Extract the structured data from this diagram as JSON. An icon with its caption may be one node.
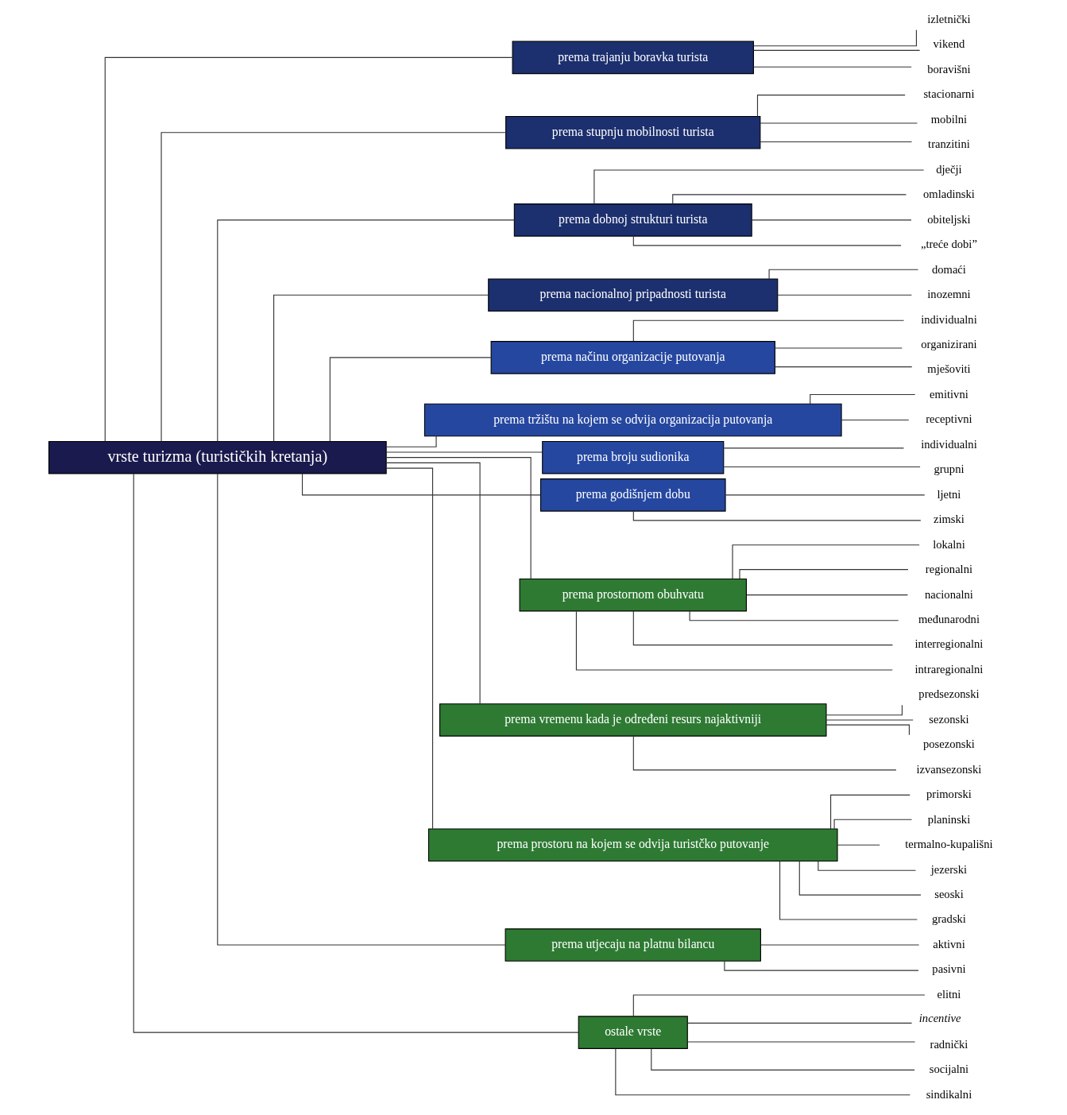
{
  "diagram": {
    "nodes": [
      {
        "text": [
          "vrste turizma (turističkih kretanja)"
        ]
      },
      {
        "text": [
          "prema trajanju boravka turista"
        ]
      },
      {
        "text": [
          "izletnički"
        ]
      },
      {
        "text": [
          "vikend"
        ]
      },
      {
        "text": [
          "boravišni"
        ]
      },
      {
        "text": [
          "prema stupnju mobilnosti turista"
        ]
      },
      {
        "text": [
          "stacionarni"
        ]
      },
      {
        "text": [
          "mobilni"
        ]
      },
      {
        "text": [
          "tranzitini"
        ]
      },
      {
        "text": [
          "prema dobnoj strukturi turista"
        ]
      },
      {
        "text": [
          "dječji"
        ]
      },
      {
        "text": [
          "omladinski"
        ]
      },
      {
        "text": [
          "obiteljski"
        ]
      },
      {
        "text": [
          "„treće dobi”"
        ]
      },
      {
        "text": [
          "prema nacionalnoj pripadnosti turista"
        ]
      },
      {
        "text": [
          "domaći"
        ]
      },
      {
        "text": [
          "inozemni"
        ]
      },
      {
        "text": [
          "prema načinu organizacije putovanja"
        ]
      },
      {
        "text": [
          "individualni"
        ]
      },
      {
        "text": [
          "organizirani"
        ]
      },
      {
        "text": [
          "mješoviti"
        ]
      },
      {
        "text": [
          "prema tržištu na kojem se odvija organizacija putovanja"
        ]
      },
      {
        "text": [
          "emitivni"
        ]
      },
      {
        "text": [
          "receptivni"
        ]
      },
      {
        "text": [
          "prema broju sudionika"
        ]
      },
      {
        "text": [
          "individualni"
        ]
      },
      {
        "text": [
          "grupni"
        ]
      },
      {
        "text": [
          "prema godišnjem dobu"
        ]
      },
      {
        "text": [
          "ljetni"
        ]
      },
      {
        "text": [
          "zimski"
        ]
      },
      {
        "text": [
          "prema prostornom obuhvatu"
        ]
      },
      {
        "text": [
          "lokalni"
        ]
      },
      {
        "text": [
          "regionalni"
        ]
      },
      {
        "text": [
          "nacionalni"
        ]
      },
      {
        "text": [
          "međunarodni"
        ]
      },
      {
        "text": [
          "interregionalni"
        ]
      },
      {
        "text": [
          "intraregionalni"
        ]
      },
      {
        "text": [
          "prema vremenu kada je određeni resurs najaktivniji"
        ]
      },
      {
        "text": [
          "predsezonski"
        ]
      },
      {
        "text": [
          "sezonski"
        ]
      },
      {
        "text": [
          "posezonski"
        ]
      },
      {
        "text": [
          "izvansezonski"
        ]
      },
      {
        "text": [
          "prema prostoru na kojem se odvija turistčko putovanje"
        ]
      },
      {
        "text": [
          "primorski"
        ]
      },
      {
        "text": [
          "planinski"
        ]
      },
      {
        "text": [
          "termalno-kupališni"
        ]
      },
      {
        "text": [
          "jezerski"
        ]
      },
      {
        "text": [
          "seoski"
        ]
      },
      {
        "text": [
          "gradski"
        ]
      },
      {
        "text": [
          "prema utjecaju na platnu bilancu"
        ]
      },
      {
        "text": [
          "aktivni"
        ]
      },
      {
        "text": [
          "pasivni"
        ]
      },
      {
        "text": [
          "ostale vrste"
        ]
      },
      {
        "text": [
          "elitni"
        ]
      },
      {
        "text": [
          "incentive"
        ]
      },
      {
        "text": [
          "radnički"
        ]
      },
      {
        "text": [
          "socijalni"
        ]
      },
      {
        "text": [
          "sindikalni"
        ]
      }
    ],
    "edges": [
      {
        "from": 0,
        "to": 1,
        "arrow": "none"
      },
      {
        "from": 0,
        "to": 5,
        "arrow": "none"
      },
      {
        "from": 0,
        "to": 9,
        "arrow": "none"
      },
      {
        "from": 0,
        "to": 14,
        "arrow": "none"
      },
      {
        "from": 0,
        "to": 17,
        "arrow": "none"
      },
      {
        "from": 0,
        "to": 21,
        "arrow": "none"
      },
      {
        "from": 0,
        "to": 24,
        "arrow": "none"
      },
      {
        "from": 0,
        "to": 27,
        "arrow": "none"
      },
      {
        "from": 0,
        "to": 30,
        "arrow": "none"
      },
      {
        "from": 0,
        "to": 37,
        "arrow": "none"
      },
      {
        "from": 0,
        "to": 42,
        "arrow": "none"
      },
      {
        "from": 0,
        "to": 49,
        "arrow": "none"
      },
      {
        "from": 0,
        "to": 52,
        "arrow": "none"
      },
      {
        "from": 1,
        "to": 2,
        "arrow": "none"
      },
      {
        "from": 1,
        "to": 3,
        "arrow": "none"
      },
      {
        "from": 1,
        "to": 4,
        "arrow": "none"
      },
      {
        "from": 5,
        "to": 6,
        "arrow": "none"
      },
      {
        "from": 5,
        "to": 7,
        "arrow": "none"
      },
      {
        "from": 5,
        "to": 8,
        "arrow": "none"
      },
      {
        "from": 9,
        "to": 10,
        "arrow": "none"
      },
      {
        "from": 9,
        "to": 11,
        "arrow": "none"
      },
      {
        "from": 9,
        "to": 12,
        "arrow": "none"
      },
      {
        "from": 9,
        "to": 13,
        "arrow": "none"
      },
      {
        "from": 14,
        "to": 15,
        "arrow": "none"
      },
      {
        "from": 14,
        "to": 16,
        "arrow": "none"
      },
      {
        "from": 17,
        "to": 18,
        "arrow": "none"
      },
      {
        "from": 17,
        "to": 19,
        "arrow": "none"
      },
      {
        "from": 17,
        "to": 20,
        "arrow": "none"
      },
      {
        "from": 21,
        "to": 22,
        "arrow": "none"
      },
      {
        "from": 21,
        "to": 23,
        "arrow": "none"
      },
      {
        "from": 24,
        "to": 25,
        "arrow": "none"
      },
      {
        "from": 24,
        "to": 26,
        "arrow": "none"
      },
      {
        "from": 27,
        "to": 28,
        "arrow": "none"
      },
      {
        "from": 27,
        "to": 29,
        "arrow": "none"
      },
      {
        "from": 30,
        "to": 31,
        "arrow": "none"
      },
      {
        "from": 30,
        "to": 32,
        "arrow": "none"
      },
      {
        "from": 30,
        "to": 33,
        "arrow": "none"
      },
      {
        "from": 30,
        "to": 34,
        "arrow": "none"
      },
      {
        "from": 30,
        "to": 35,
        "arrow": "none"
      },
      {
        "from": 30,
        "to": 36,
        "arrow": "none"
      },
      {
        "from": 37,
        "to": 38,
        "arrow": "none"
      },
      {
        "from": 37,
        "to": 39,
        "arrow": "none"
      },
      {
        "from": 37,
        "to": 40,
        "arrow": "none"
      },
      {
        "from": 37,
        "to": 41,
        "arrow": "none"
      },
      {
        "from": 42,
        "to": 43,
        "arrow": "none"
      },
      {
        "from": 42,
        "to": 44,
        "arrow": "none"
      },
      {
        "from": 42,
        "to": 45,
        "arrow": "none"
      },
      {
        "from": 42,
        "to": 46,
        "arrow": "none"
      },
      {
        "from": 42,
        "to": 47,
        "arrow": "none"
      },
      {
        "from": 42,
        "to": 48,
        "arrow": "none"
      },
      {
        "from": 49,
        "to": 50,
        "arrow": "none"
      },
      {
        "from": 49,
        "to": 51,
        "arrow": "none"
      },
      {
        "from": 52,
        "to": 53,
        "arrow": "none"
      },
      {
        "from": 52,
        "to": 54,
        "arrow": "none"
      },
      {
        "from": 52,
        "to": 55,
        "arrow": "none"
      },
      {
        "from": 52,
        "to": 56,
        "arrow": "none"
      },
      {
        "from": 52,
        "to": 57,
        "arrow": "none"
      }
    ]
  }
}
